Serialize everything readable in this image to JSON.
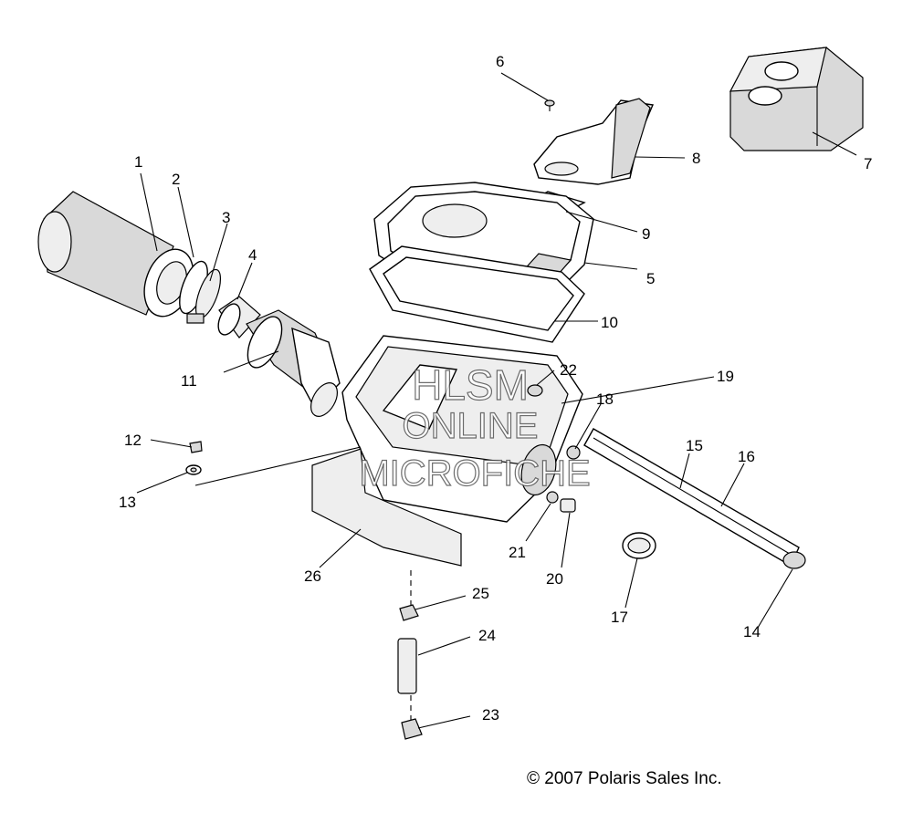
{
  "watermark": {
    "line1": "HLSM",
    "line2": "ONLINE",
    "line3": "MICROFICHE"
  },
  "copyright": "© 2007 Polaris Sales Inc.",
  "callouts": [
    {
      "id": "1",
      "label": "1"
    },
    {
      "id": "2",
      "label": "2"
    },
    {
      "id": "3",
      "label": "3"
    },
    {
      "id": "4",
      "label": "4"
    },
    {
      "id": "5",
      "label": "5"
    },
    {
      "id": "6",
      "label": "6"
    },
    {
      "id": "7",
      "label": "7"
    },
    {
      "id": "8",
      "label": "8"
    },
    {
      "id": "9",
      "label": "9"
    },
    {
      "id": "10",
      "label": "10"
    },
    {
      "id": "11",
      "label": "11"
    },
    {
      "id": "12",
      "label": "12"
    },
    {
      "id": "13",
      "label": "13"
    },
    {
      "id": "14",
      "label": "14"
    },
    {
      "id": "15",
      "label": "15"
    },
    {
      "id": "16",
      "label": "16"
    },
    {
      "id": "17",
      "label": "17"
    },
    {
      "id": "18",
      "label": "18"
    },
    {
      "id": "19",
      "label": "19"
    },
    {
      "id": "20",
      "label": "20"
    },
    {
      "id": "21",
      "label": "21"
    },
    {
      "id": "22",
      "label": "22"
    },
    {
      "id": "23",
      "label": "23"
    },
    {
      "id": "24",
      "label": "24"
    },
    {
      "id": "25",
      "label": "25"
    },
    {
      "id": "26",
      "label": "26"
    }
  ]
}
